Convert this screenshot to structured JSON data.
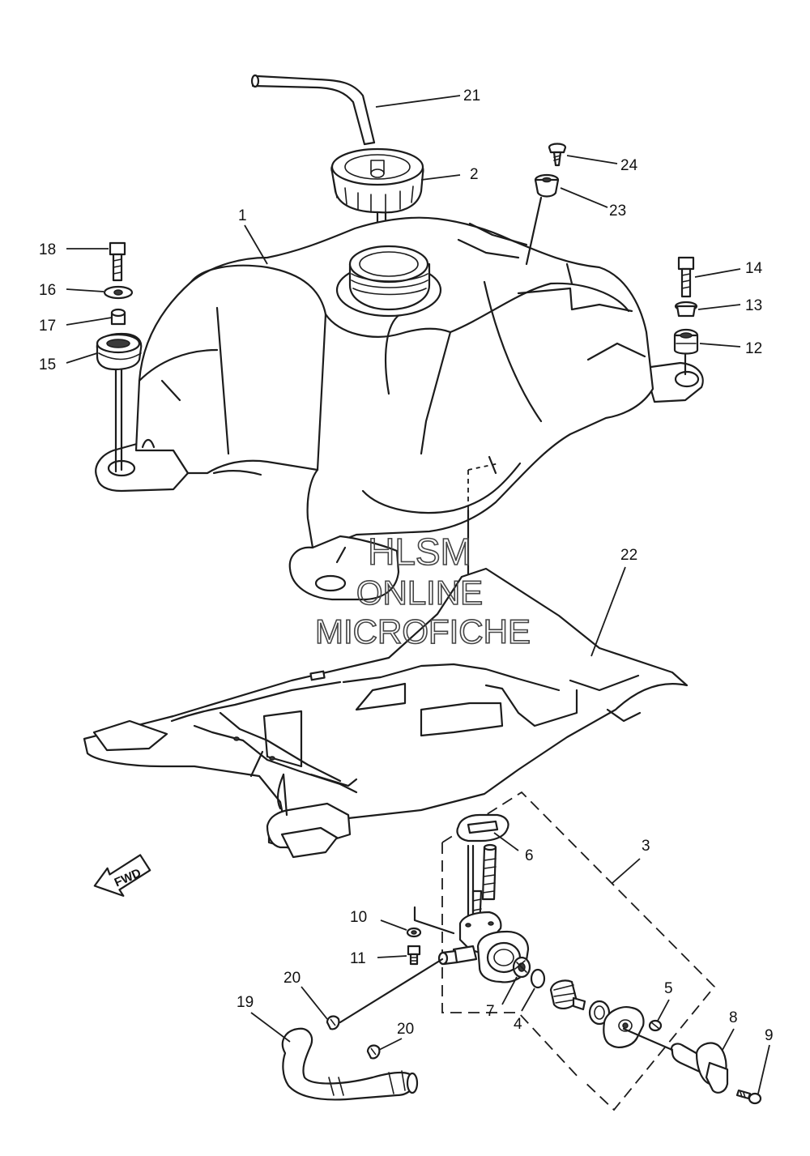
{
  "watermark": {
    "line1": "HLSM",
    "line2": "ONLINE",
    "line3": "MICROFICHE"
  },
  "direction_arrow": {
    "label": "FWD"
  },
  "callouts": [
    {
      "key": "c1",
      "label": "1"
    },
    {
      "key": "c2",
      "label": "2"
    },
    {
      "key": "c3",
      "label": "3"
    },
    {
      "key": "c4",
      "label": "4"
    },
    {
      "key": "c5",
      "label": "5"
    },
    {
      "key": "c6",
      "label": "6"
    },
    {
      "key": "c7",
      "label": "7"
    },
    {
      "key": "c8",
      "label": "8"
    },
    {
      "key": "c9",
      "label": "9"
    },
    {
      "key": "c10",
      "label": "10"
    },
    {
      "key": "c11",
      "label": "11"
    },
    {
      "key": "c12",
      "label": "12"
    },
    {
      "key": "c13",
      "label": "13"
    },
    {
      "key": "c14",
      "label": "14"
    },
    {
      "key": "c15",
      "label": "15"
    },
    {
      "key": "c16",
      "label": "16"
    },
    {
      "key": "c17",
      "label": "17"
    },
    {
      "key": "c18",
      "label": "18"
    },
    {
      "key": "c19",
      "label": "19"
    },
    {
      "key": "c20a",
      "label": "20"
    },
    {
      "key": "c20b",
      "label": "20"
    },
    {
      "key": "c21",
      "label": "21"
    },
    {
      "key": "c22",
      "label": "22"
    },
    {
      "key": "c23",
      "label": "23"
    },
    {
      "key": "c24",
      "label": "24"
    }
  ]
}
